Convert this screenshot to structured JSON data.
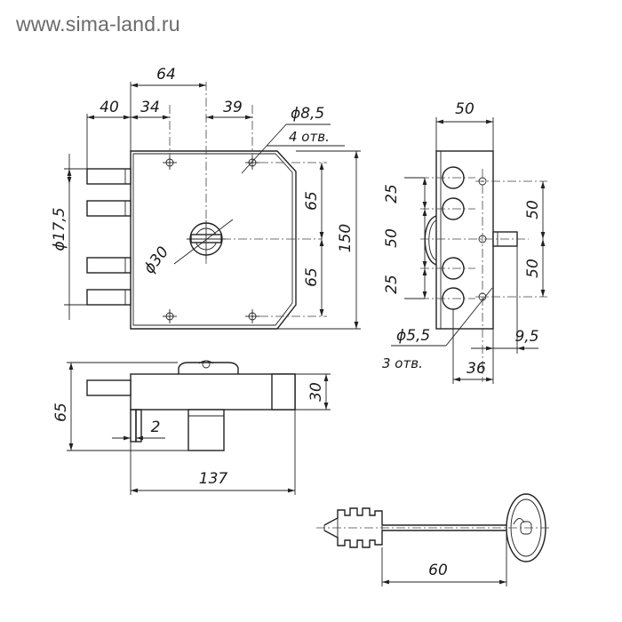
{
  "watermark": "www.sima-land.ru",
  "front_view": {
    "dims": {
      "d64": "64",
      "d40": "40",
      "d34": "34",
      "d39": "39",
      "hole_dia": "ϕ8,5",
      "hole_count": "4 отв.",
      "bolt_dia": "ϕ17,5",
      "cyl_dia": "ϕ30",
      "upper_65": "65",
      "lower_65": "65",
      "height_150": "150"
    }
  },
  "side_view": {
    "dims": {
      "width_50": "50",
      "left_25_top": "25",
      "left_50": "50",
      "left_25_bottom": "25",
      "right_50_top": "50",
      "right_50_bottom": "50",
      "hole_dia": "ϕ5,5",
      "hole_count": "3 отв.",
      "d36": "36",
      "d9_5": "9,5"
    }
  },
  "top_view": {
    "dims": {
      "h65": "65",
      "h30": "30",
      "d2": "2",
      "w137": "137"
    }
  },
  "key_view": {
    "dims": {
      "d60": "60"
    }
  }
}
